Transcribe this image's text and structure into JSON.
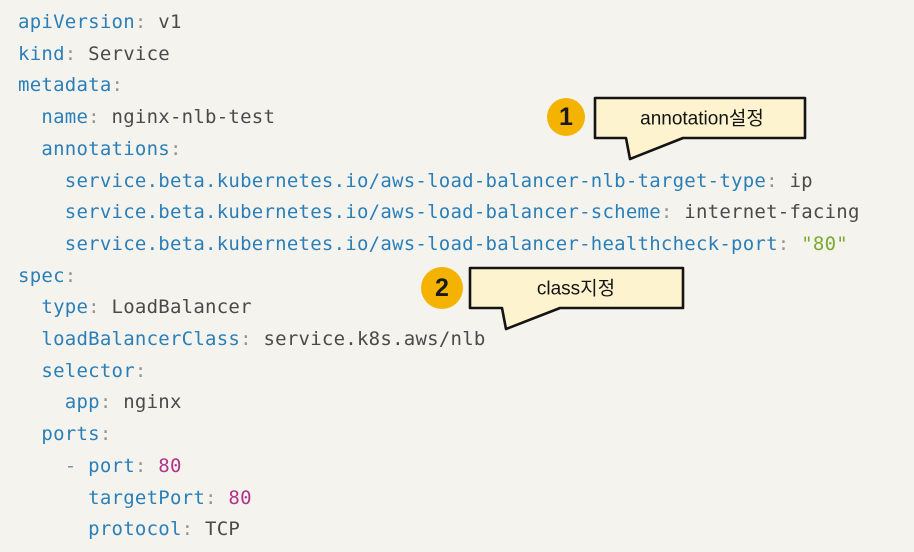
{
  "colors": {
    "background": "#f5f3ee",
    "badge_fill": "#f5b301",
    "badge_text": "#1a1a1a",
    "bubble_fill": "#fdf3cf",
    "bubble_outline": "#141414",
    "bubble_text": "#141414",
    "code_key": "#2a7fb8",
    "code_punct": "#969696",
    "code_value": "#4a4a4a",
    "code_number": "#b0368a",
    "code_string": "#78ab2e",
    "code_dash": "#7296ad"
  },
  "callouts": [
    {
      "number": "1",
      "label": "annotation설정"
    },
    {
      "number": "2",
      "label": "class지정"
    }
  ],
  "code": {
    "language": "yaml",
    "lines": [
      [
        [
          "key",
          "apiVersion"
        ],
        [
          "punct",
          ":"
        ],
        [
          "value",
          " v1"
        ]
      ],
      [
        [
          "key",
          "kind"
        ],
        [
          "punct",
          ":"
        ],
        [
          "value",
          " Service"
        ]
      ],
      [
        [
          "key",
          "metadata"
        ],
        [
          "punct",
          ":"
        ]
      ],
      [
        [
          "key",
          "  name"
        ],
        [
          "punct",
          ":"
        ],
        [
          "value",
          " nginx-nlb-test"
        ]
      ],
      [
        [
          "key",
          "  annotations"
        ],
        [
          "punct",
          ":"
        ]
      ],
      [
        [
          "key",
          "    service.beta.kubernetes.io/aws-load-balancer-nlb-target-type"
        ],
        [
          "punct",
          ":"
        ],
        [
          "value",
          " ip"
        ]
      ],
      [
        [
          "key",
          "    service.beta.kubernetes.io/aws-load-balancer-scheme"
        ],
        [
          "punct",
          ":"
        ],
        [
          "value",
          " internet-facing"
        ]
      ],
      [
        [
          "key",
          "    service.beta.kubernetes.io/aws-load-balancer-healthcheck-port"
        ],
        [
          "punct",
          ":"
        ],
        [
          "string",
          " \"80\""
        ]
      ],
      [
        [
          "key",
          "spec"
        ],
        [
          "punct",
          ":"
        ]
      ],
      [
        [
          "key",
          "  type"
        ],
        [
          "punct",
          ":"
        ],
        [
          "value",
          " LoadBalancer"
        ]
      ],
      [
        [
          "key",
          "  loadBalancerClass"
        ],
        [
          "punct",
          ":"
        ],
        [
          "value",
          " service.k8s.aws/nlb"
        ]
      ],
      [
        [
          "key",
          "  selector"
        ],
        [
          "punct",
          ":"
        ]
      ],
      [
        [
          "key",
          "    app"
        ],
        [
          "punct",
          ":"
        ],
        [
          "value",
          " nginx"
        ]
      ],
      [
        [
          "key",
          "  ports"
        ],
        [
          "punct",
          ":"
        ]
      ],
      [
        [
          "dash",
          "    - "
        ],
        [
          "key",
          "port"
        ],
        [
          "punct",
          ":"
        ],
        [
          "number",
          " 80"
        ]
      ],
      [
        [
          "key",
          "      targetPort"
        ],
        [
          "punct",
          ":"
        ],
        [
          "number",
          " 80"
        ]
      ],
      [
        [
          "key",
          "      protocol"
        ],
        [
          "punct",
          ":"
        ],
        [
          "value",
          " TCP"
        ]
      ]
    ]
  }
}
